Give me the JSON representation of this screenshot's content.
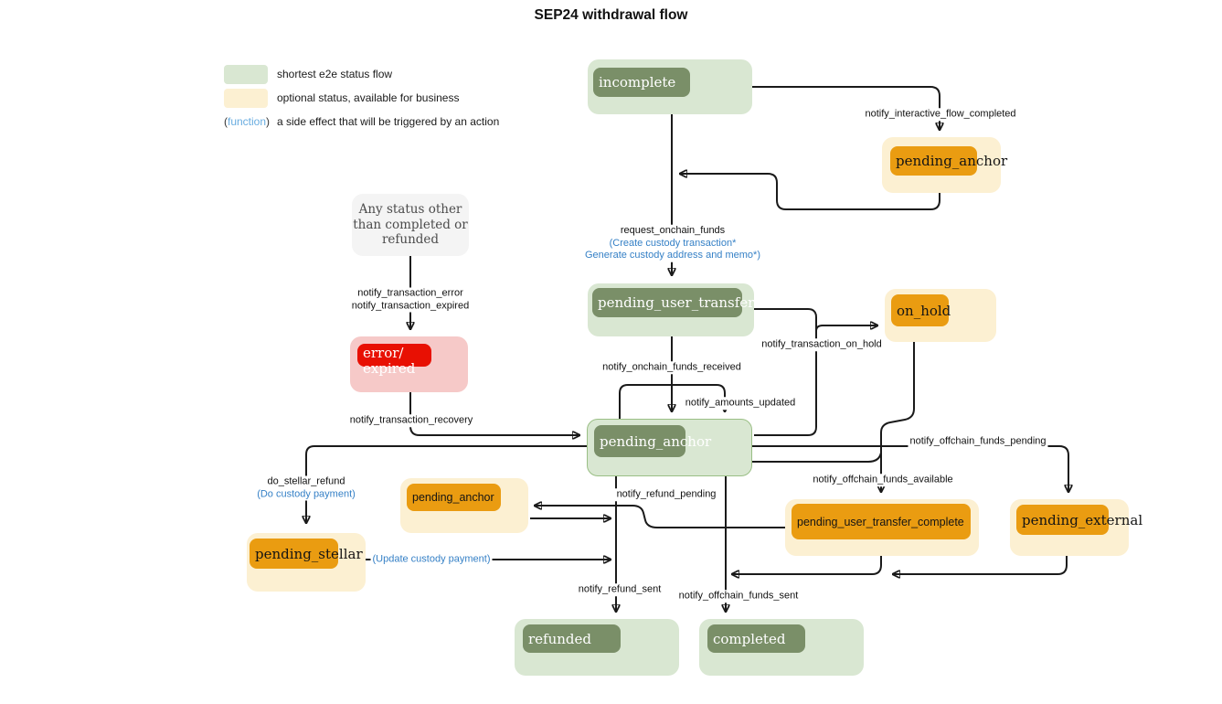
{
  "title": "SEP24 withdrawal flow",
  "colors": {
    "flow_green": "#d9e7d2",
    "flow_green_dark": "#7a8f68",
    "optional_yellow": "#fcf0d2",
    "optional_orange": "#ea9c11",
    "error_pink": "#f6c9c8",
    "error_red": "#e81003",
    "annotation_blue": "#3580c6",
    "legend_blue": "#68ace0",
    "arrow_black": "#1a1a1a"
  },
  "legend": {
    "flow_label": "shortest e2e status flow",
    "optional_label": "optional status, available for business",
    "fn_open": "(",
    "fn_word": "function",
    "fn_close": ")",
    "fn_label": "a side effect that will be triggered by an action"
  },
  "nodes": [
    {
      "id": "incomplete",
      "label": "incomplete",
      "kind": "flow",
      "font": "serif"
    },
    {
      "id": "pending_anchor_top",
      "label": "pending_anchor",
      "kind": "optional",
      "font": "serif"
    },
    {
      "id": "any_status",
      "label": "Any status other\nthan completed or\nrefunded",
      "kind": "meta"
    },
    {
      "id": "error_expired",
      "label": "error/\nexpired",
      "kind": "error",
      "font": "serif"
    },
    {
      "id": "pending_user_transfer_start",
      "label": "pending_user_transfer_start",
      "kind": "flow",
      "font": "serif"
    },
    {
      "id": "on_hold",
      "label": "on_hold",
      "kind": "optional",
      "font": "serif"
    },
    {
      "id": "pending_anchor_mid",
      "label": "pending_anchor",
      "kind": "flow",
      "font": "serif",
      "bordered": true
    },
    {
      "id": "pending_anchor_left",
      "label": "pending_anchor",
      "kind": "optional",
      "font": "sans"
    },
    {
      "id": "pending_stellar",
      "label": "pending_stellar",
      "kind": "optional",
      "font": "serif"
    },
    {
      "id": "pending_user_transfer_complete",
      "label": "pending_user_transfer_complete",
      "kind": "optional",
      "font": "sans"
    },
    {
      "id": "pending_external",
      "label": "pending_external",
      "kind": "optional",
      "font": "serif"
    },
    {
      "id": "refunded",
      "label": "refunded",
      "kind": "flow",
      "font": "serif"
    },
    {
      "id": "completed",
      "label": "completed",
      "kind": "flow",
      "font": "serif"
    }
  ],
  "edge_labels": [
    {
      "name": "notify_interactive_flow_completed",
      "lines": [
        {
          "t": "notify_interactive_flow_completed",
          "c": "black"
        }
      ]
    },
    {
      "name": "request_onchain_funds",
      "lines": [
        {
          "t": "request_onchain_funds",
          "c": "black"
        },
        {
          "t": "(Create custody transaction*",
          "c": "blue"
        },
        {
          "t": "Generate custody address and memo*)",
          "c": "blue"
        }
      ]
    },
    {
      "name": "notify_transaction_error_expired",
      "lines": [
        {
          "t": "notify_transaction_error",
          "c": "black"
        },
        {
          "t": "notify_transaction_expired",
          "c": "black"
        }
      ]
    },
    {
      "name": "notify_transaction_recovery",
      "lines": [
        {
          "t": "notify_transaction_recovery",
          "c": "black"
        }
      ]
    },
    {
      "name": "notify_onchain_funds_received",
      "lines": [
        {
          "t": "notify_onchain_funds_received",
          "c": "black"
        }
      ]
    },
    {
      "name": "notify_amounts_updated",
      "lines": [
        {
          "t": "notify_amounts_updated",
          "c": "black"
        }
      ]
    },
    {
      "name": "notify_transaction_on_hold",
      "lines": [
        {
          "t": "notify_transaction_on_hold",
          "c": "black"
        }
      ]
    },
    {
      "name": "notify_offchain_funds_pending",
      "lines": [
        {
          "t": "notify_offchain_funds_pending",
          "c": "black"
        }
      ]
    },
    {
      "name": "notify_offchain_funds_available",
      "lines": [
        {
          "t": "notify_offchain_funds_available",
          "c": "black"
        }
      ]
    },
    {
      "name": "do_stellar_refund",
      "lines": [
        {
          "t": "do_stellar_refund",
          "c": "black"
        },
        {
          "t": "(Do custody payment)",
          "c": "blue"
        }
      ]
    },
    {
      "name": "update_custody_payment",
      "lines": [
        {
          "t": "(Update custody payment)",
          "c": "blue"
        }
      ]
    },
    {
      "name": "notify_refund_pending",
      "lines": [
        {
          "t": "notify_refund_pending",
          "c": "black"
        }
      ]
    },
    {
      "name": "notify_refund_sent",
      "lines": [
        {
          "t": "notify_refund_sent",
          "c": "black"
        }
      ]
    },
    {
      "name": "notify_offchain_funds_sent",
      "lines": [
        {
          "t": "notify_offchain_funds_sent",
          "c": "black"
        }
      ]
    }
  ]
}
